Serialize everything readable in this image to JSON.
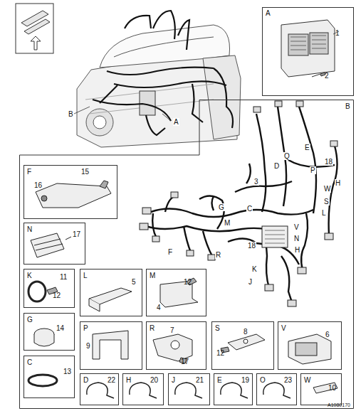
{
  "diagram": {
    "nodes": [
      {
        "text": [
          "A",
          "1",
          "2"
        ]
      },
      {
        "text": [
          "B"
        ]
      },
      {
        "text": [
          "F",
          "15",
          "16"
        ],
        "in": 1
      },
      {
        "text": [
          "N",
          "17"
        ],
        "in": 1
      },
      {
        "text": [
          "K",
          "11",
          "12"
        ],
        "in": 1
      },
      {
        "text": [
          "L",
          "5"
        ],
        "in": 1
      },
      {
        "text": [
          "M",
          "12",
          "4"
        ],
        "in": 1
      },
      {
        "text": [
          "G",
          "14"
        ],
        "in": 1
      },
      {
        "text": [
          "P",
          "9"
        ],
        "in": 1
      },
      {
        "text": [
          "R",
          "7",
          "17"
        ],
        "in": 1
      },
      {
        "text": [
          "S",
          "12",
          "8"
        ],
        "in": 1
      },
      {
        "text": [
          "V",
          "6"
        ],
        "in": 1
      },
      {
        "text": [
          "C",
          "13"
        ],
        "in": 1
      },
      {
        "text": [
          "D",
          "22"
        ],
        "in": 1
      },
      {
        "text": [
          "H",
          "20"
        ],
        "in": 1
      },
      {
        "text": [
          "J",
          "21"
        ],
        "in": 1
      },
      {
        "text": [
          "E",
          "19"
        ],
        "in": 1
      },
      {
        "text": [
          "O",
          "23"
        ],
        "in": 1
      },
      {
        "text": [
          "W",
          "10"
        ],
        "in": 1
      }
    ],
    "labels": [
      "B",
      "A",
      "E",
      "Q",
      "D",
      "P",
      "18",
      "H",
      "W",
      "S",
      "L",
      "3",
      "G",
      "C",
      "M",
      "F",
      "R",
      "18",
      "V",
      "N",
      "H",
      "K",
      "J",
      "A1080170"
    ]
  }
}
